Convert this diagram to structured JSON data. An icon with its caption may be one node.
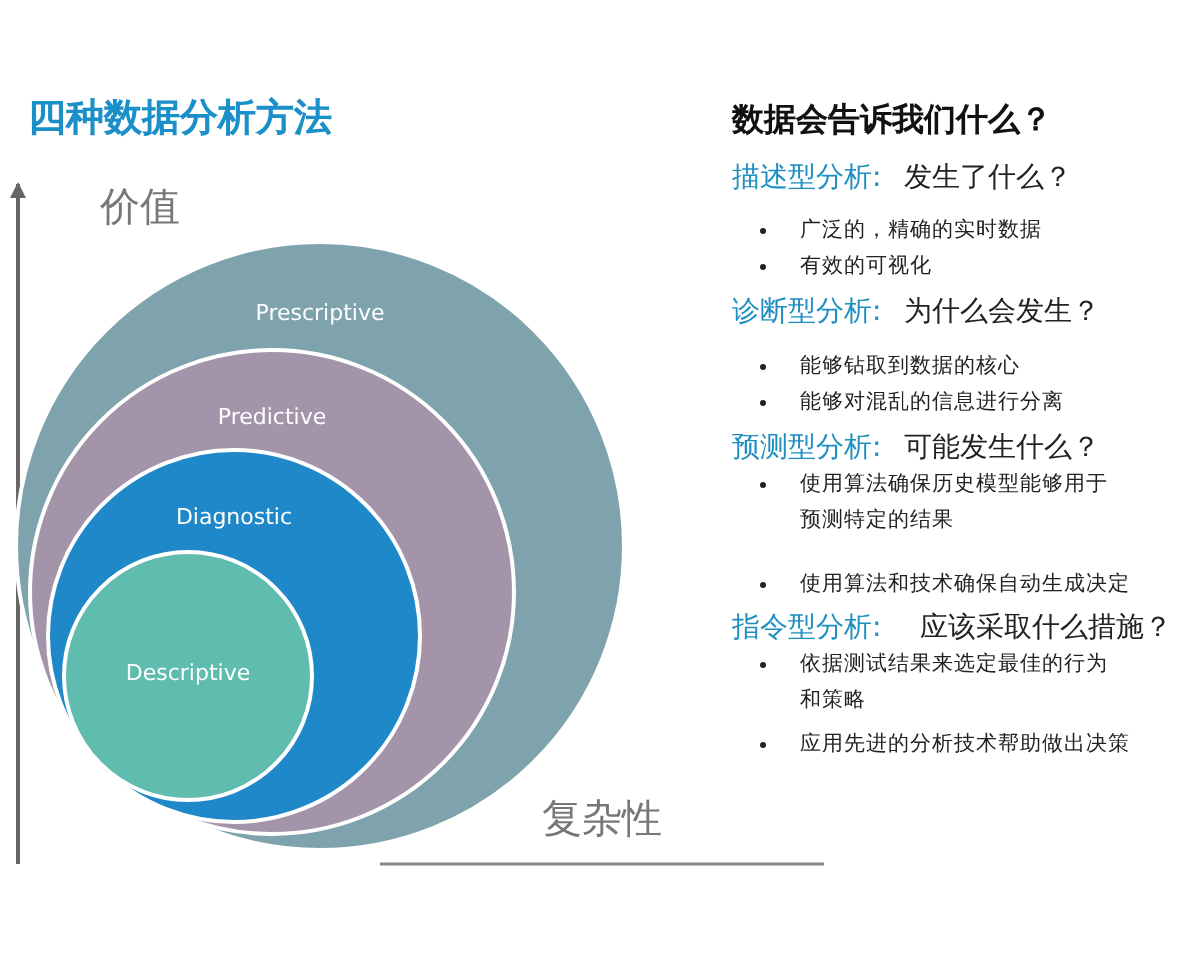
{
  "diagram": {
    "title": "四种数据分析方法",
    "nodes": [
      {
        "text": [
          "Prescriptive"
        ]
      },
      {
        "text": [
          "Predictive"
        ],
        "in": 0
      },
      {
        "text": [
          "Diagnostic"
        ],
        "in": 1
      },
      {
        "text": [
          "Descriptive"
        ],
        "in": 2
      }
    ],
    "edges": [],
    "labels": [
      "价值",
      "复杂性",
      "数据会告诉我们什么？",
      "描述型分析:",
      "发生了什么？",
      "广泛的，精确的实时数据",
      "有效的可视化",
      "诊断型分析:",
      "为什么会发生？",
      "能够钻取到数据的核心",
      "能够对混乱的信息进行分离",
      "预测型分析:",
      "可能发生什么？",
      "使用算法确保历史模型能够用于预测特定的结果",
      "使用算法和技术确保自动生成决定",
      "指令型分析:",
      "应该采取什么措施？",
      "依据测试结果来选定最佳的行为和策略",
      "应用先进的分析技术帮助做出决策"
    ]
  }
}
